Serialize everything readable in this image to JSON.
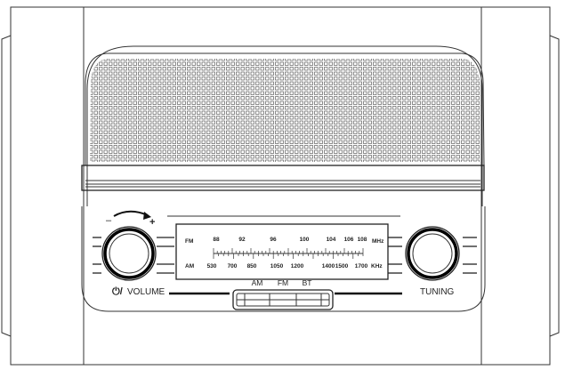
{
  "controls": {
    "volume_label": "VOLUME",
    "volume_minus": "–",
    "volume_plus": "+",
    "tuning_label": "TUNING",
    "power_symbol": "⏻/"
  },
  "dial": {
    "fm": {
      "band": "FM",
      "unit": "MHz",
      "marks": [
        "88",
        "92",
        "96",
        "100",
        "104",
        "106",
        "108"
      ]
    },
    "am": {
      "band": "AM",
      "unit": "KHz",
      "marks": [
        "530",
        "700",
        "850",
        "1050",
        "1200",
        "1400",
        "1500",
        "1700"
      ]
    }
  },
  "mode_buttons": [
    "AM",
    "FM",
    "BT"
  ],
  "icons": [
    "power-icon",
    "rotation-arrow-icon"
  ]
}
